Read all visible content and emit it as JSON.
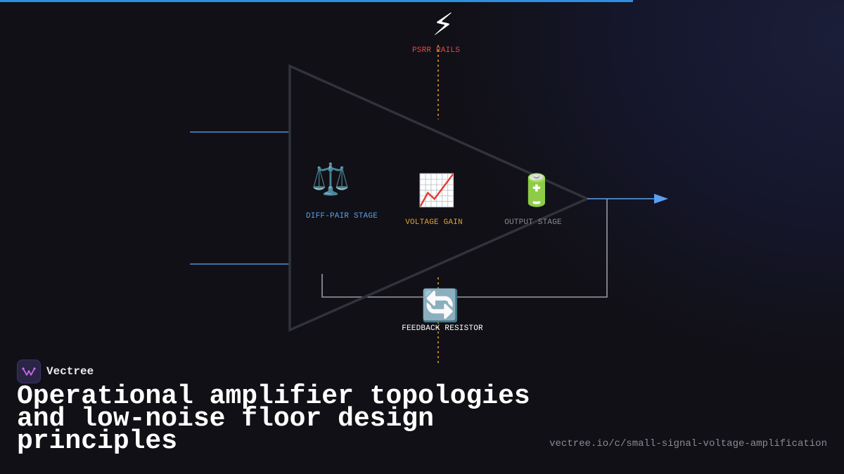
{
  "progress": {
    "fraction": 0.75,
    "color": "#2e8fe0"
  },
  "diagram": {
    "nodes": {
      "psrr": {
        "label": "PSRR RAILS",
        "icon": "lightning-icon",
        "glyph": "⚡",
        "color": "#e24a4a"
      },
      "diff_pair": {
        "label": "DIFF-PAIR STAGE",
        "icon": "balance-scale-icon",
        "glyph": "⚖️",
        "color": "#5b9ef0"
      },
      "voltage_gain": {
        "label": "VOLTAGE GAIN",
        "icon": "chart-increasing-icon",
        "glyph": "📈",
        "color": "#e0a030"
      },
      "output_stage": {
        "label": "OUTPUT STAGE",
        "icon": "battery-icon",
        "glyph": "🔋",
        "color": "#8a8a93"
      },
      "feedback": {
        "label": "FEEDBACK RESISTOR",
        "icon": "cycle-arrows-icon",
        "glyph": "🔄",
        "color": "#ffffff"
      }
    },
    "colors": {
      "triangle": "#30333a",
      "input_wire": "#4f8fd8",
      "output_wire": "#5aa0f0",
      "feedback_wire": "#9a9aa2",
      "rail_dash": "#d89a2a"
    }
  },
  "brand": {
    "name": "Vectree",
    "logo_color": "#c86be8"
  },
  "title": "Operational amplifier topologies and low-noise floor design principles",
  "url": "vectree.io/c/small-signal-voltage-amplification"
}
